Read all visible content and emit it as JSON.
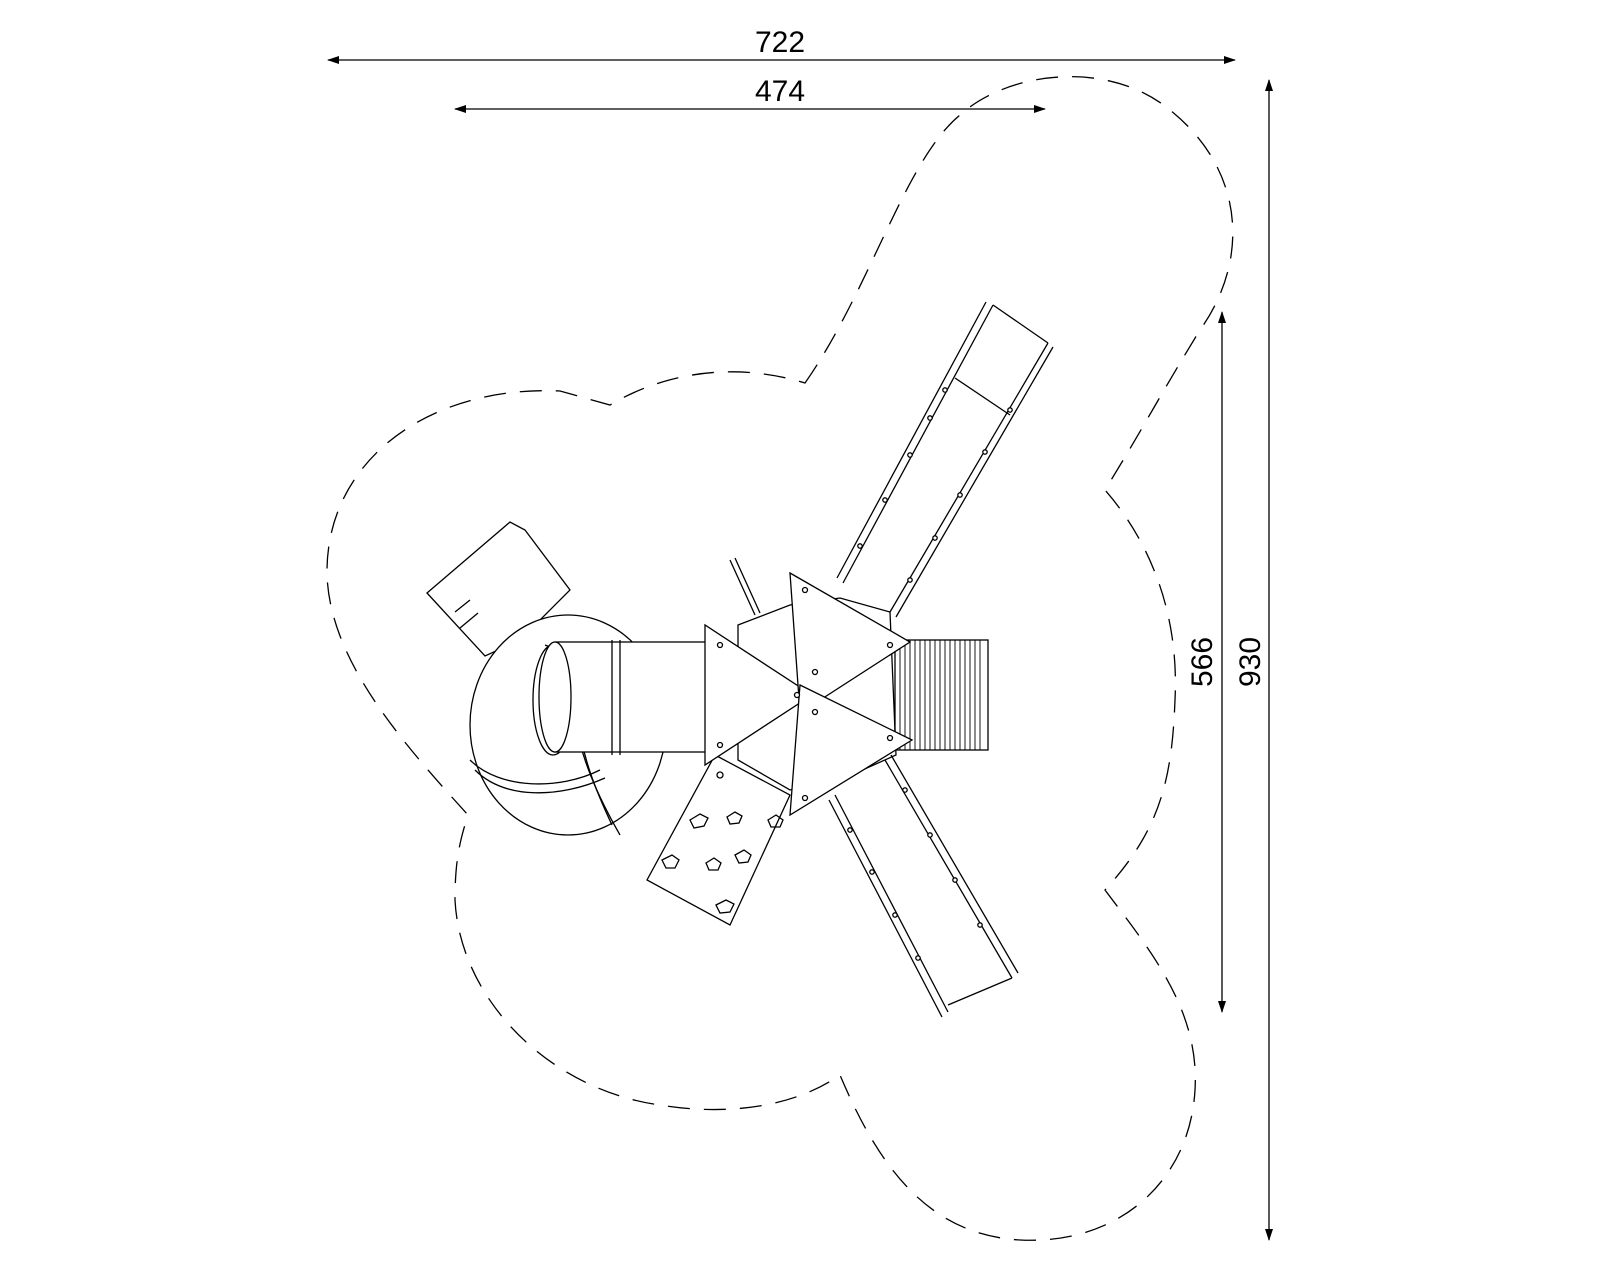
{
  "dimensions": {
    "total_width": "722",
    "structure_width": "474",
    "structure_depth": "566",
    "total_depth": "930"
  },
  "colors": {
    "line": "#000000",
    "background": "#ffffff"
  }
}
